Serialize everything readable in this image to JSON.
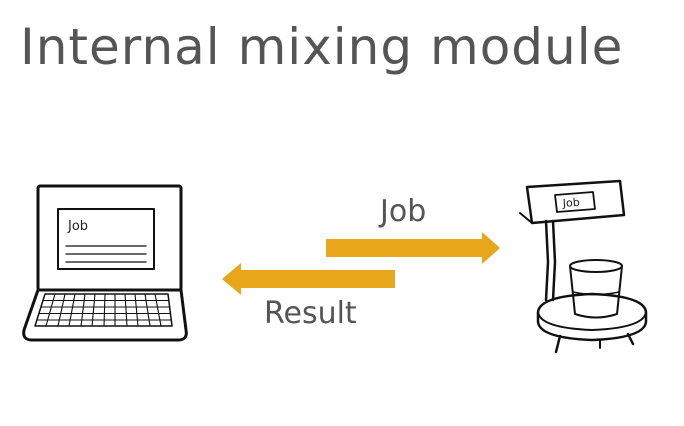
{
  "title": "Internal mixing module",
  "arrows": {
    "job_label": "Job",
    "result_label": "Result"
  },
  "laptop": {
    "screen_label": "Job"
  },
  "device": {
    "display_label": "Job"
  },
  "colors": {
    "arrow": "#e8a61a",
    "text": "#555555",
    "line": "#111111"
  },
  "icons": [
    "laptop-icon",
    "scale-device-icon",
    "beaker-icon",
    "arrow-right-icon",
    "arrow-left-icon"
  ]
}
